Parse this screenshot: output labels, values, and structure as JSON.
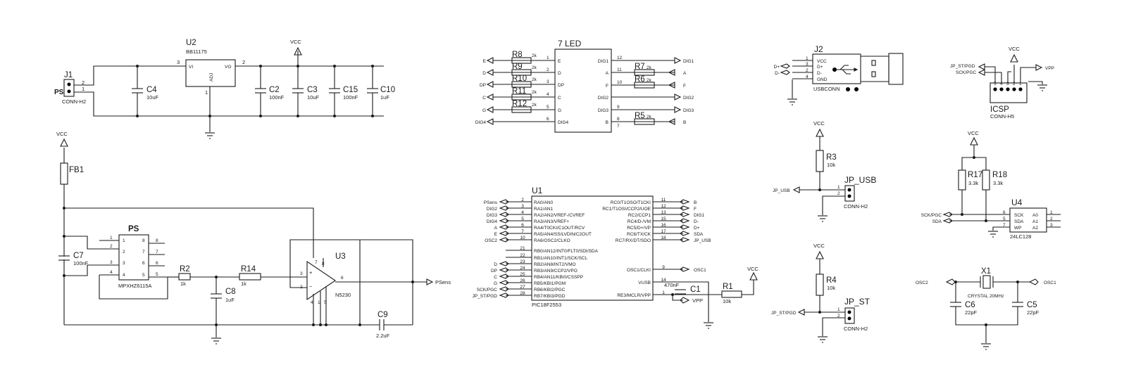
{
  "power": {
    "j1": {
      "ref": "J1",
      "value": "CONN-H2",
      "net": "PS",
      "pin2": "2",
      "pin1": "1"
    },
    "u2": {
      "ref": "U2",
      "part": "BB11175",
      "vi": "VI",
      "vo": "VO",
      "adj": "ADJ",
      "pin3": "3",
      "pin2": "2",
      "pin1": "1"
    },
    "c4": {
      "ref": "C4",
      "value": "10uF"
    },
    "c2": {
      "ref": "C2",
      "value": "100nF"
    },
    "c3": {
      "ref": "C3",
      "value": "10uF"
    },
    "c15": {
      "ref": "C15",
      "value": "100nF"
    },
    "c10": {
      "ref": "C10",
      "value": "1uF"
    },
    "vcc": "VCC"
  },
  "sensor": {
    "vcc": "VCC",
    "fb1": "FB1",
    "c7": {
      "ref": "C7",
      "value": "100nF"
    },
    "ps": {
      "ref": "PS",
      "part": "MPXHZ6115A",
      "pins_left": [
        "1",
        "2",
        "3",
        "4"
      ],
      "pins_right": [
        "8",
        "7",
        "6",
        "5"
      ]
    },
    "r2": {
      "ref": "R2",
      "value": "1k"
    },
    "c8": {
      "ref": "C8",
      "value": "1uF"
    },
    "r14": {
      "ref": "R14",
      "value": "1k"
    },
    "u3": {
      "ref": "U3",
      "part": "N5230",
      "pin3": "3",
      "pin2": "2",
      "pin6": "6",
      "pin8": "8",
      "pin7": "7",
      "pin4": "4",
      "pin1": "1",
      "pin5": "5",
      "plus": "+",
      "minus": "−"
    },
    "c9": {
      "ref": "C9",
      "value": "2.2uF"
    },
    "psens": "PSens"
  },
  "led": {
    "ref": "7 LED",
    "left_pins": [
      {
        "num": "1",
        "name": "E",
        "net": "E",
        "res": "R8",
        "val": "2k"
      },
      {
        "num": "2",
        "name": "D",
        "net": "D",
        "res": "R9",
        "val": "2k"
      },
      {
        "num": "3",
        "name": "DP",
        "net": "DP",
        "res": "R10",
        "val": "2k"
      },
      {
        "num": "4",
        "name": "C",
        "net": "C",
        "res": "R11",
        "val": "2k"
      },
      {
        "num": "5",
        "name": "G",
        "net": "G",
        "res": "R12",
        "val": "2k"
      },
      {
        "num": "6",
        "name": "DIG4",
        "net": "DIG4"
      }
    ],
    "right_pins": [
      {
        "num": "12",
        "name": "DIG1",
        "net": "DIG1"
      },
      {
        "num": "11",
        "name": "A",
        "net": "A",
        "res": "R7",
        "val": "2k"
      },
      {
        "num": "10",
        "name": "F",
        "net": "F",
        "res": "R6",
        "val": "2k"
      },
      {
        "num": "",
        "name": "DIG2",
        "net": "DIG2"
      },
      {
        "num": "9",
        "name": "DIG3",
        "net": "DIG3"
      },
      {
        "num": "8",
        "name": "B",
        "net": "B",
        "res": "R5",
        "val": "2k"
      },
      {
        "num": "7",
        "name": "",
        "net": ""
      }
    ]
  },
  "mcu": {
    "ref": "U1",
    "part": "PIC18F2553",
    "left": [
      {
        "num": "2",
        "pin": "RA0/AN0",
        "net": "PSens"
      },
      {
        "num": "3",
        "pin": "RA1/AN1",
        "net": "DIG2"
      },
      {
        "num": "4",
        "pin": "RA2/AN2/VREF-/CVREF",
        "net": "DIG3"
      },
      {
        "num": "5",
        "pin": "RA3/AN3/VREF+",
        "net": "DIG4"
      },
      {
        "num": "6",
        "pin": "RA4/T0CKI/C1OUT/RCV",
        "net": "A"
      },
      {
        "num": "7",
        "pin": "RA5/AN4/SS/LVDIN/C2OUT",
        "net": "E"
      },
      {
        "num": "10",
        "pin": "RA6/OSC2/CLKO",
        "net": "OSC2"
      },
      {
        "num": "21",
        "pin": "RB0/AN12/INT0/FLT0/SDI/SDA",
        "net": ""
      },
      {
        "num": "22",
        "pin": "RB1/AN10/INT1/SCK/SCL",
        "net": ""
      },
      {
        "num": "23",
        "pin": "RB2/AN8/INT2/VMO",
        "net": "D"
      },
      {
        "num": "24",
        "pin": "RB3/AN9/CCP2/VPO",
        "net": "DP"
      },
      {
        "num": "25",
        "pin": "RB4/AN11/KBI0/CSSPP",
        "net": "C"
      },
      {
        "num": "26",
        "pin": "RB5/KBI1/PGM",
        "net": "G"
      },
      {
        "num": "27",
        "pin": "RB6/KBI2/PGC",
        "net": "SCK/PGC"
      },
      {
        "num": "28",
        "pin": "RB7/KBI3/PGD",
        "net": "JP_ST/PGD"
      }
    ],
    "right": [
      {
        "num": "11",
        "pin": "RC0/T1OSO/T1CKI",
        "net": "B"
      },
      {
        "num": "12",
        "pin": "RC1/T1OSI/CCP2/UOE",
        "net": "F"
      },
      {
        "num": "13",
        "pin": "RC2/CCP1",
        "net": "DIG1"
      },
      {
        "num": "15",
        "pin": "RC4/D-/VM",
        "net": "D-"
      },
      {
        "num": "16",
        "pin": "RC5/D+/VP",
        "net": "D+"
      },
      {
        "num": "17",
        "pin": "RC6/TX/CK",
        "net": "SDA"
      },
      {
        "num": "18",
        "pin": "RC7/RX/DT/SDO",
        "net": "JP_USB"
      },
      {
        "num": "9",
        "pin": "OSC1/CLKI",
        "net": "OSC1"
      },
      {
        "num": "14",
        "pin": "VUSB",
        "net": ""
      },
      {
        "num": "1",
        "pin": "RE3/MCLR/VPP",
        "net": "VPP"
      }
    ],
    "c1": {
      "ref": "C1",
      "value": "470nF"
    },
    "r1": {
      "ref": "R1",
      "value": "10k"
    },
    "vcc": "VCC"
  },
  "usb": {
    "ref": "J2",
    "value": "USBCONN",
    "pins": [
      {
        "num": "1",
        "name": "VCC",
        "net": ""
      },
      {
        "num": "3",
        "name": "D+",
        "net": "D+"
      },
      {
        "num": "2",
        "name": "D-",
        "net": "D-"
      },
      {
        "num": "4",
        "name": "GND",
        "net": ""
      }
    ]
  },
  "icsp": {
    "ref": "ICSP",
    "value": "CONN-H5",
    "vcc": "VCC",
    "nets": [
      "JP_ST/PGD",
      "SCK/PGC",
      "VPP"
    ],
    "pins": [
      "5",
      "4",
      "3",
      "2",
      "1"
    ]
  },
  "jp_usb": {
    "ref": "JP_USB",
    "value": "CONN-H2",
    "vcc": "VCC",
    "r": "R3",
    "rv": "10k",
    "net": "JP_USB",
    "p1": "1",
    "p2": "2"
  },
  "jp_st": {
    "ref": "JP_ST",
    "value": "CONN-H2",
    "vcc": "VCC",
    "r": "R4",
    "rv": "10k",
    "net": "JP_ST/PGD",
    "p1": "1",
    "p2": "2"
  },
  "eeprom": {
    "ref": "U4",
    "part": "24LC128",
    "vcc": "VCC",
    "r17": {
      "ref": "R17",
      "value": "3.3k"
    },
    "r18": {
      "ref": "R18",
      "value": "3.3k"
    },
    "left": [
      {
        "num": "6",
        "pin": "SCK",
        "net": "SCK/PGC"
      },
      {
        "num": "5",
        "pin": "SDA",
        "net": "SDA"
      },
      {
        "num": "7",
        "pin": "WP",
        "net": ""
      }
    ],
    "right": [
      {
        "num": "1",
        "pin": "A0"
      },
      {
        "num": "2",
        "pin": "A1"
      },
      {
        "num": "3",
        "pin": "A2"
      }
    ]
  },
  "crystal": {
    "ref": "X1",
    "value": "CRYSTAL 20MHz",
    "osc2": "OSC2",
    "osc1": "OSC1",
    "c6": {
      "ref": "C6",
      "value": "22pF"
    },
    "c5": {
      "ref": "C5",
      "value": "22pF"
    }
  }
}
